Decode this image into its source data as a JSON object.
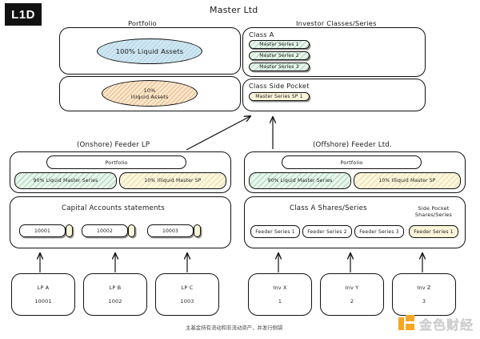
{
  "logo": {
    "text": "L1D"
  },
  "diagram_title": "Master Ltd",
  "master": {
    "portfolio_label": "Portfolio",
    "investor_label": "Investor Classes/Series",
    "liquid_assets": "100% Liquid Assets",
    "illiquid_assets_line1": "10%",
    "illiquid_assets_line2": "Illiquid Assets",
    "class_a_label": "Class A",
    "class_a_series": [
      "Master Series 1",
      "Master Series 2",
      "Master Series 3"
    ],
    "side_pocket_label": "Class Side Pocket",
    "side_pocket_series": [
      "Master Series SP 1"
    ]
  },
  "onshore": {
    "title": "(Onshore) Feeder LP",
    "portfolio_label": "Portfolio",
    "holdings": [
      "90% Liquid Master Series",
      "10% Illiquid Master SP"
    ],
    "capital_accounts_label": "Capital Accounts statements",
    "accounts": [
      "10001",
      "10002",
      "10003"
    ]
  },
  "offshore": {
    "title": "(Offshore) Feeder Ltd.",
    "portfolio_label": "Portfolio",
    "holdings": [
      "90% Liquid Master Series",
      "10% Illiquid Master SP"
    ],
    "class_a_shares_label": "Class A Shares/Series",
    "side_pocket_shares_label_line1": "Side Pocket",
    "side_pocket_shares_label_line2": "Shares/Series",
    "class_a_shares": [
      "Feeder Series 1",
      "Feeder Series 2",
      "Feeder Series 3"
    ],
    "side_pocket_shares": [
      "Feeder Series 1"
    ]
  },
  "investors": {
    "lps": [
      {
        "name": "LP A",
        "id": "10001"
      },
      {
        "name": "LP B",
        "id": "1002"
      },
      {
        "name": "LP C",
        "id": "1003"
      }
    ],
    "offshore_investors": [
      {
        "name": "Inv X",
        "id": "1"
      },
      {
        "name": "Inv Y",
        "id": "2"
      },
      {
        "name": "Inv Z",
        "id": "3"
      }
    ]
  },
  "caption": "主基金持有流动和非流动资产，并发行侧袋",
  "watermark": {
    "text": "金色财经"
  },
  "colors": {
    "green_fill": "#e8f6ec",
    "yellow_fill": "#fbf6dd",
    "blue_ellipse": "#cfe7f2",
    "orange_ellipse": "#fbe6cd",
    "stroke": "#111111",
    "watermark_orange": "#f5a623"
  }
}
